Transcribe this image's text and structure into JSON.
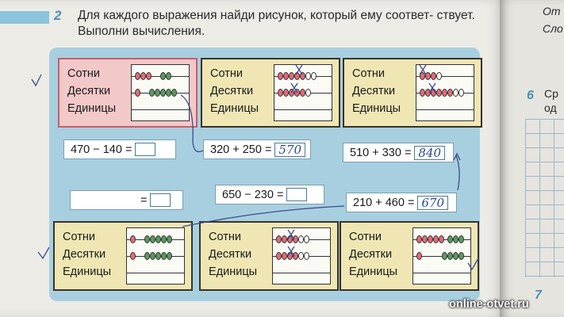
{
  "task": {
    "number": "2",
    "text": "Для каждого выражения найди рисунок, который ему соответ- ствует. Выполни вычисления."
  },
  "labels": {
    "hundreds": "Сотни",
    "tens": "Десятки",
    "units": "Единицы"
  },
  "expressions": {
    "e1": "470 − 140 =",
    "e2": "320 + 250 =",
    "e2_answer": "570",
    "e3": "510 + 330 =",
    "e3_answer": "840",
    "e4": "=",
    "e5": "650 − 230 =",
    "e6": "210 + 460 =",
    "e6_answer": "670"
  },
  "next_task": {
    "number": "6",
    "letters1": "Ср",
    "letters2": "од"
  },
  "right_top": {
    "line1": "От",
    "line2": "Сло"
  },
  "bottom_number": "7",
  "watermark": "online-otvet.ru",
  "colors": {
    "red_bead": "#e56a78",
    "green_bead": "#5a9a62",
    "panel": "#a8cfe0",
    "card": "#efe6b4",
    "pink_card": "#f3c8c8"
  }
}
